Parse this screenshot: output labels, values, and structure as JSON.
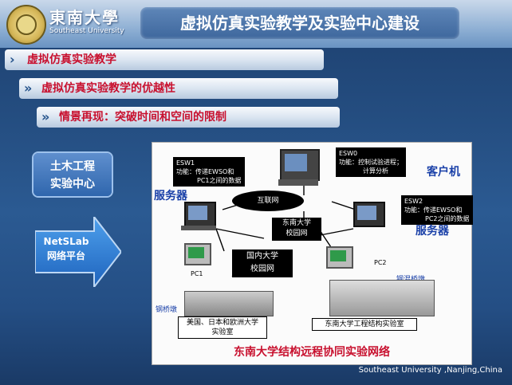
{
  "header": {
    "university_name_cn": "東南大學",
    "university_name_en": "Southeast University",
    "title": "虚拟仿真实验教学及实验中心建设"
  },
  "outline": {
    "level1": "虚拟仿真实验教学",
    "level2": "虚拟仿真实验教学的优越性",
    "level3": "情景再现：突破时间和空间的限制"
  },
  "side_boxes": {
    "civil_lab_line1": "土木工程",
    "civil_lab_line2": "实验中心",
    "netslab_line1": "NetSLab",
    "netslab_line2": "网络平台"
  },
  "diagram": {
    "esw1_line1": "ESW1",
    "esw1_line2": "功能：传递EWSO和",
    "esw1_line3": "PC1之间的数据",
    "server_left": "服务器",
    "esw0_line1": "ESW0",
    "esw0_line2": "功能：控制试验进程；",
    "esw0_line3": "计算分析",
    "client": "客户机",
    "internet": "互联网",
    "seu_campus_line1": "东南大学",
    "seu_campus_line2": "校园网",
    "esw2_line1": "ESW2",
    "esw2_line2": "功能：传递EWSO和",
    "esw2_line3": "PC2之间的数据",
    "server_right": "服务器",
    "domestic_line1": "国内大学",
    "domestic_line2": "校园网",
    "pc1": "PC1",
    "pc2": "PC2",
    "concrete_pier": "钢混桥墩",
    "steel_pier": "钢桥墩",
    "overseas_lab_line1": "美国、日本和欧洲大学",
    "overseas_lab_line2": "实验室",
    "seu_lab": "东南大学工程结构实验室",
    "caption": "东南大学结构远程协同实验网络"
  },
  "footer": {
    "text": "Southeast University ,Nanjing,China"
  },
  "colors": {
    "background": "#244d80",
    "title_box": "#4a74aa",
    "outline_text": "#c8102e",
    "server_label": "#1a40a8",
    "caption": "#c8102e"
  }
}
